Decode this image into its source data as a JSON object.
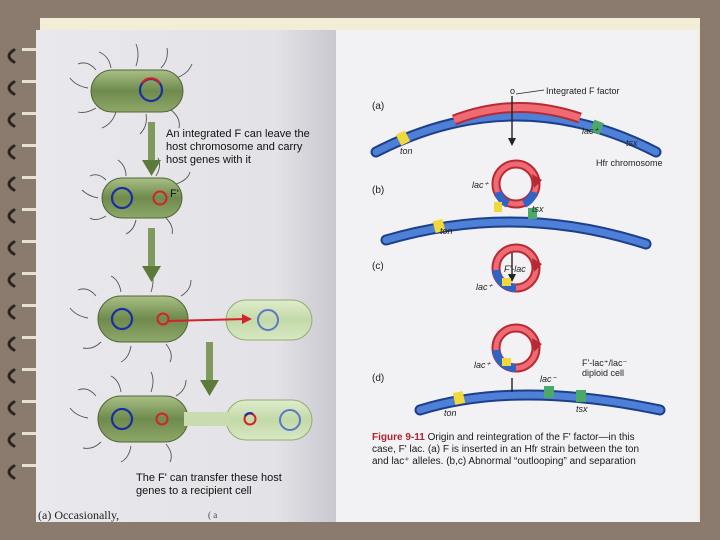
{
  "left_figure": {
    "caption_top": "An integrated F can leave the host chromosome and carry host genes with it",
    "f_prime_label": "F'",
    "caption_bottom": "The F' can transfer these host genes to a recipient cell",
    "footer_text": "(a) Occasionally,",
    "footer_fragment": "( a"
  },
  "right_figure": {
    "panel_a": {
      "letter": "(a)",
      "origin": "o",
      "integrated_label": "Integrated F factor",
      "gene_lac": "lac⁺",
      "gene_tsx": "tsx",
      "gene_ton": "ton",
      "chromosome_label": "Hfr chromosome"
    },
    "panel_b": {
      "letter": "(b)",
      "gene_lac": "lac⁺",
      "gene_tsx": "tsx",
      "gene_ton": "ton"
    },
    "panel_c": {
      "letter": "(c)",
      "plasmid_label": "F'-lac",
      "gene_lac": "lac⁺"
    },
    "panel_d": {
      "letter": "(d)",
      "diploid_label_1": "F'-lac⁺/lac⁻",
      "diploid_label_2": "diploid cell",
      "gene_lac_plus": "lac⁺",
      "gene_lac_minus": "lac⁻",
      "gene_ton": "ton",
      "gene_tsx": "tsx"
    },
    "caption": {
      "figure_number": "Figure 9-11",
      "line1": "Origin and reintegration of the F' factor—in this",
      "line2": "case, F' lac. (a) F is inserted in an Hfr strain between the ton",
      "line3": "and lac⁺ alleles. (b,c) Abnormal “outlooping” and separation"
    }
  },
  "colors": {
    "chromosome_blue": "#2f63c4",
    "f_factor_red": "#e8434f",
    "gene_yellow": "#f2d83a",
    "gene_green": "#4aa86a",
    "cell_green": "#7f9a5c"
  }
}
